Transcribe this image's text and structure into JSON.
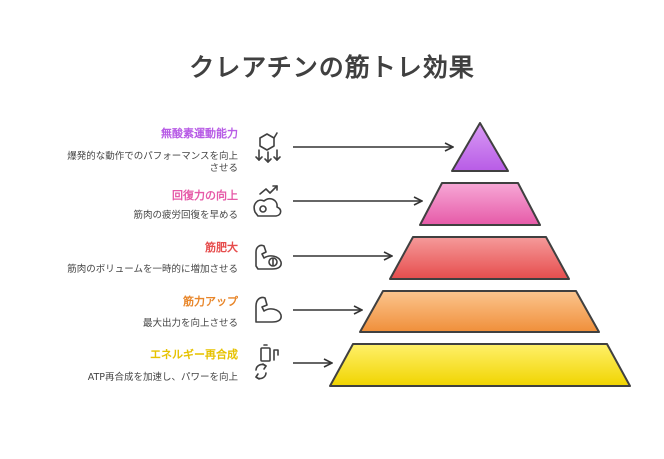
{
  "title": "クレアチンの筋トレ効果",
  "levels": [
    {
      "title": "無酸素運動能力",
      "desc_lines": [
        "爆発的な動作でのパフォーマンスを向上",
        "させる"
      ],
      "color": "#b85ce6",
      "icon": "molecule-arrows-icon"
    },
    {
      "title": "回復力の向上",
      "desc_lines": [
        "筋肉の疲労回復を早める"
      ],
      "color": "#e65aa8",
      "icon": "recovery-muscle-icon"
    },
    {
      "title": "筋肥大",
      "desc_lines": [
        "筋肉のボリュームを一時的に増加させる"
      ],
      "color": "#e64d4d",
      "icon": "flexed-arm-dollar-icon"
    },
    {
      "title": "筋力アップ",
      "desc_lines": [
        "最大出力を向上させる"
      ],
      "color": "#e8862a",
      "icon": "flexed-arm-icon"
    },
    {
      "title": "エネルギー再合成",
      "desc_lines": [
        "ATP再合成を加速し、パワーを向上"
      ],
      "color": "#e6c200",
      "icon": "energy-cycle-icon"
    }
  ]
}
